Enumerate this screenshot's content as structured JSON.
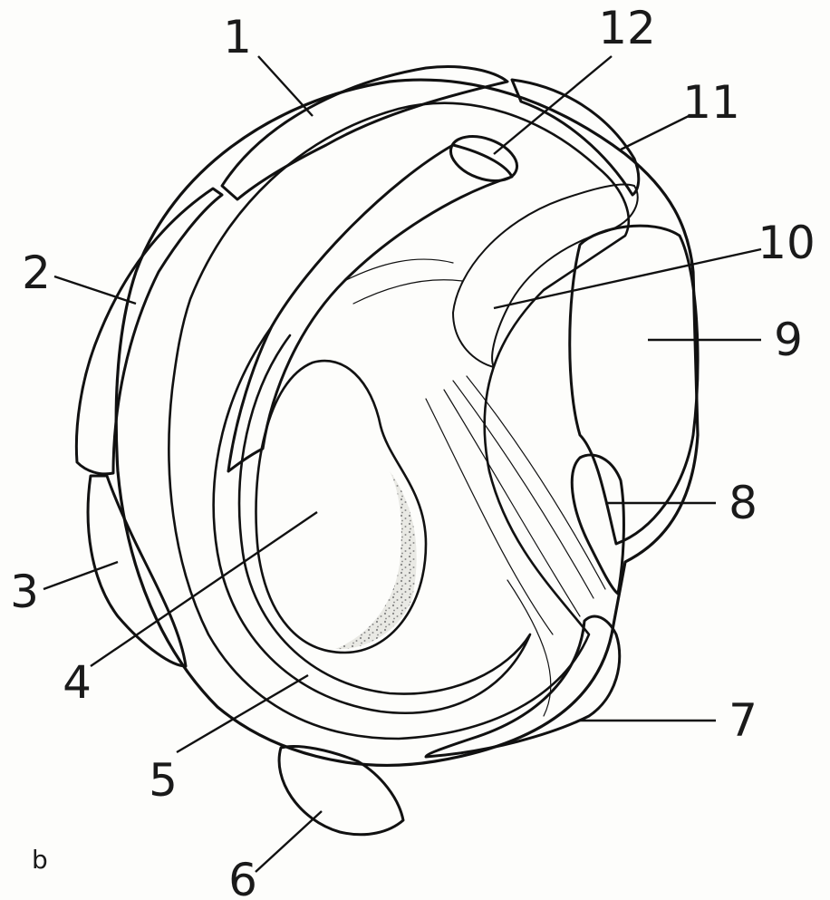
{
  "figure": {
    "panel_letter": "b",
    "callouts": [
      {
        "id": "1",
        "label": "1"
      },
      {
        "id": "2",
        "label": "2"
      },
      {
        "id": "3",
        "label": "3"
      },
      {
        "id": "4",
        "label": "4"
      },
      {
        "id": "5",
        "label": "5"
      },
      {
        "id": "6",
        "label": "6"
      },
      {
        "id": "7",
        "label": "7"
      },
      {
        "id": "8",
        "label": "8"
      },
      {
        "id": "9",
        "label": "9"
      },
      {
        "id": "10",
        "label": "10"
      },
      {
        "id": "11",
        "label": "11"
      },
      {
        "id": "12",
        "label": "12"
      }
    ]
  }
}
